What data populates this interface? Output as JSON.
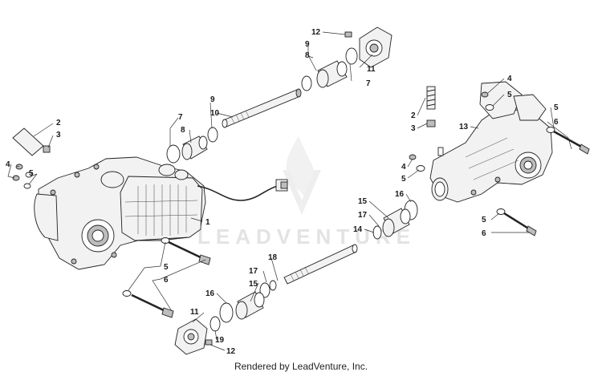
{
  "watermark": {
    "brand": "LEADVENTURE"
  },
  "footer": {
    "credit": "Rendered by LeadVenture, Inc."
  },
  "callouts": {
    "c1": "1",
    "c2a": "2",
    "c2b": "2",
    "c3a": "3",
    "c3b": "3",
    "c4a": "4",
    "c4b": "4",
    "c4c": "4",
    "c5a": "5",
    "c5b": "5",
    "c5c": "5",
    "c5d": "5",
    "c5e": "5",
    "c5f": "5",
    "c6a": "6",
    "c6b": "6",
    "c6c": "6",
    "c7a": "7",
    "c7b": "7",
    "c8a": "8",
    "c8b": "8",
    "c9a": "9",
    "c9b": "9",
    "c10": "10",
    "c11a": "11",
    "c11b": "11",
    "c12a": "12",
    "c12b": "12",
    "c13": "13",
    "c14": "14",
    "c15a": "15",
    "c15b": "15",
    "c16a": "16",
    "c16b": "16",
    "c17a": "17",
    "c17b": "17",
    "c18": "18",
    "c19": "19"
  }
}
